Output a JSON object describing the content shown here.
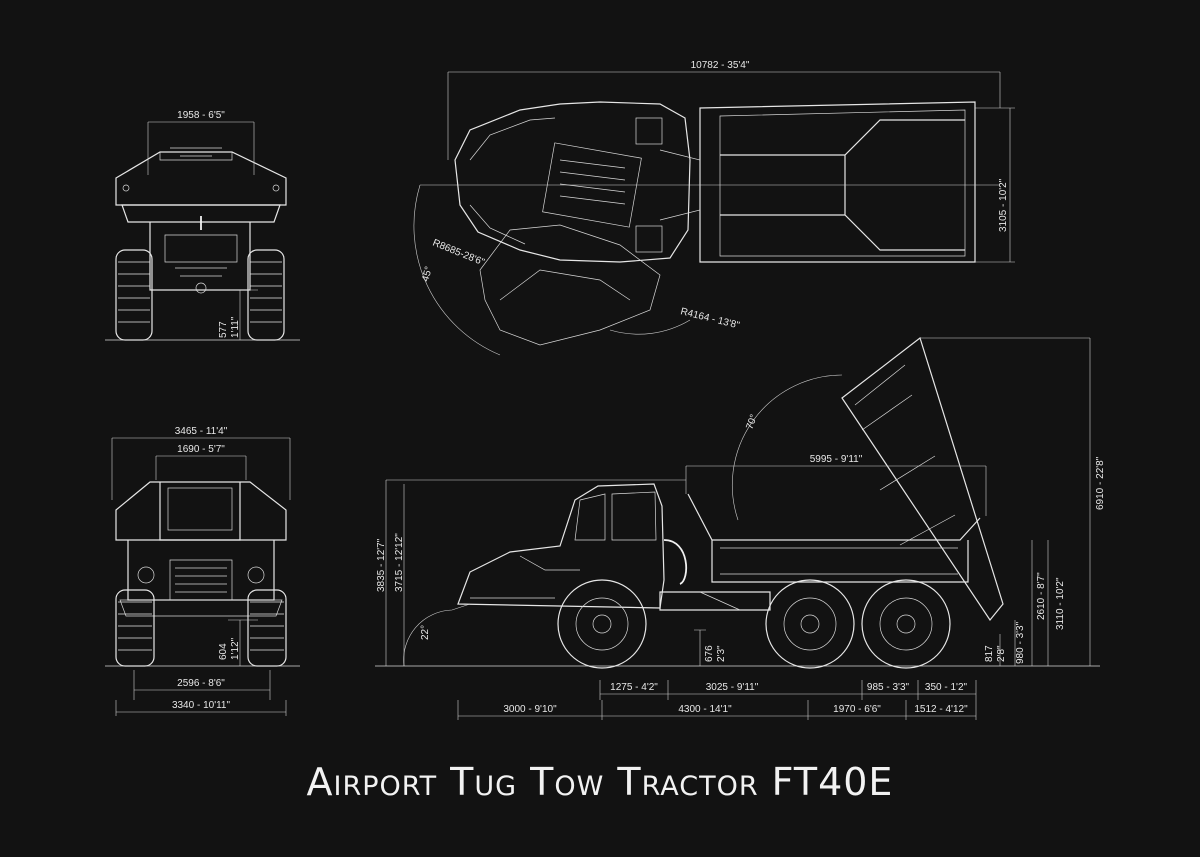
{
  "title": "Airport Tug Tow Tractor FT40E",
  "colors": {
    "background": "#121212",
    "lines": "#e6e6e6"
  },
  "views": {
    "front_top": {
      "width": "1958 - 6'5\"",
      "clearance": "577",
      "clearance_imp": "1'11\""
    },
    "top": {
      "length": "10782 - 35'4\"",
      "width": "3105 - 10'2\"",
      "angle": "45°",
      "outer_radius": "R8685-28'6\"",
      "inner_radius": "R4164 - 13'8\""
    },
    "front": {
      "overall_width": "3465 - 11'4\"",
      "cab_width": "1690 - 5'7\"",
      "track": "2596 - 8'6\"",
      "tyre_width": "3340 - 10'11\"",
      "clearance": "604",
      "clearance_imp": "1'12\""
    },
    "side": {
      "body_height": "3835 - 12'7\"",
      "cab_height": "3715 - 12'12\"",
      "dump_angle": "70°",
      "tipped_reach": "5995 - 9'11\"",
      "raised_height": "6910 - 22'8\"",
      "tail_height": "3110 - 10'2\"",
      "load_height": "2610 - 8'7\"",
      "rear_clearance_1": "980 - 3'3\"",
      "rear_clearance_2": "817",
      "rear_clearance_2_imp": "2'8\"",
      "front_clearance": "676",
      "front_clearance_imp": "2'3\"",
      "approach_angle": "22°",
      "front_overhang": "1275 - 4'2\"",
      "wheelbase_a": "3025 - 9'11\"",
      "rear_axle": "985 - 3'3\"",
      "rear_overhang": "350 - 1'2\"",
      "front_to_axle": "3000 - 9'10\"",
      "wheelbase": "4300 - 14'1\"",
      "bogie": "1970 - 6'6\"",
      "tail": "1512 - 4'12\""
    }
  }
}
